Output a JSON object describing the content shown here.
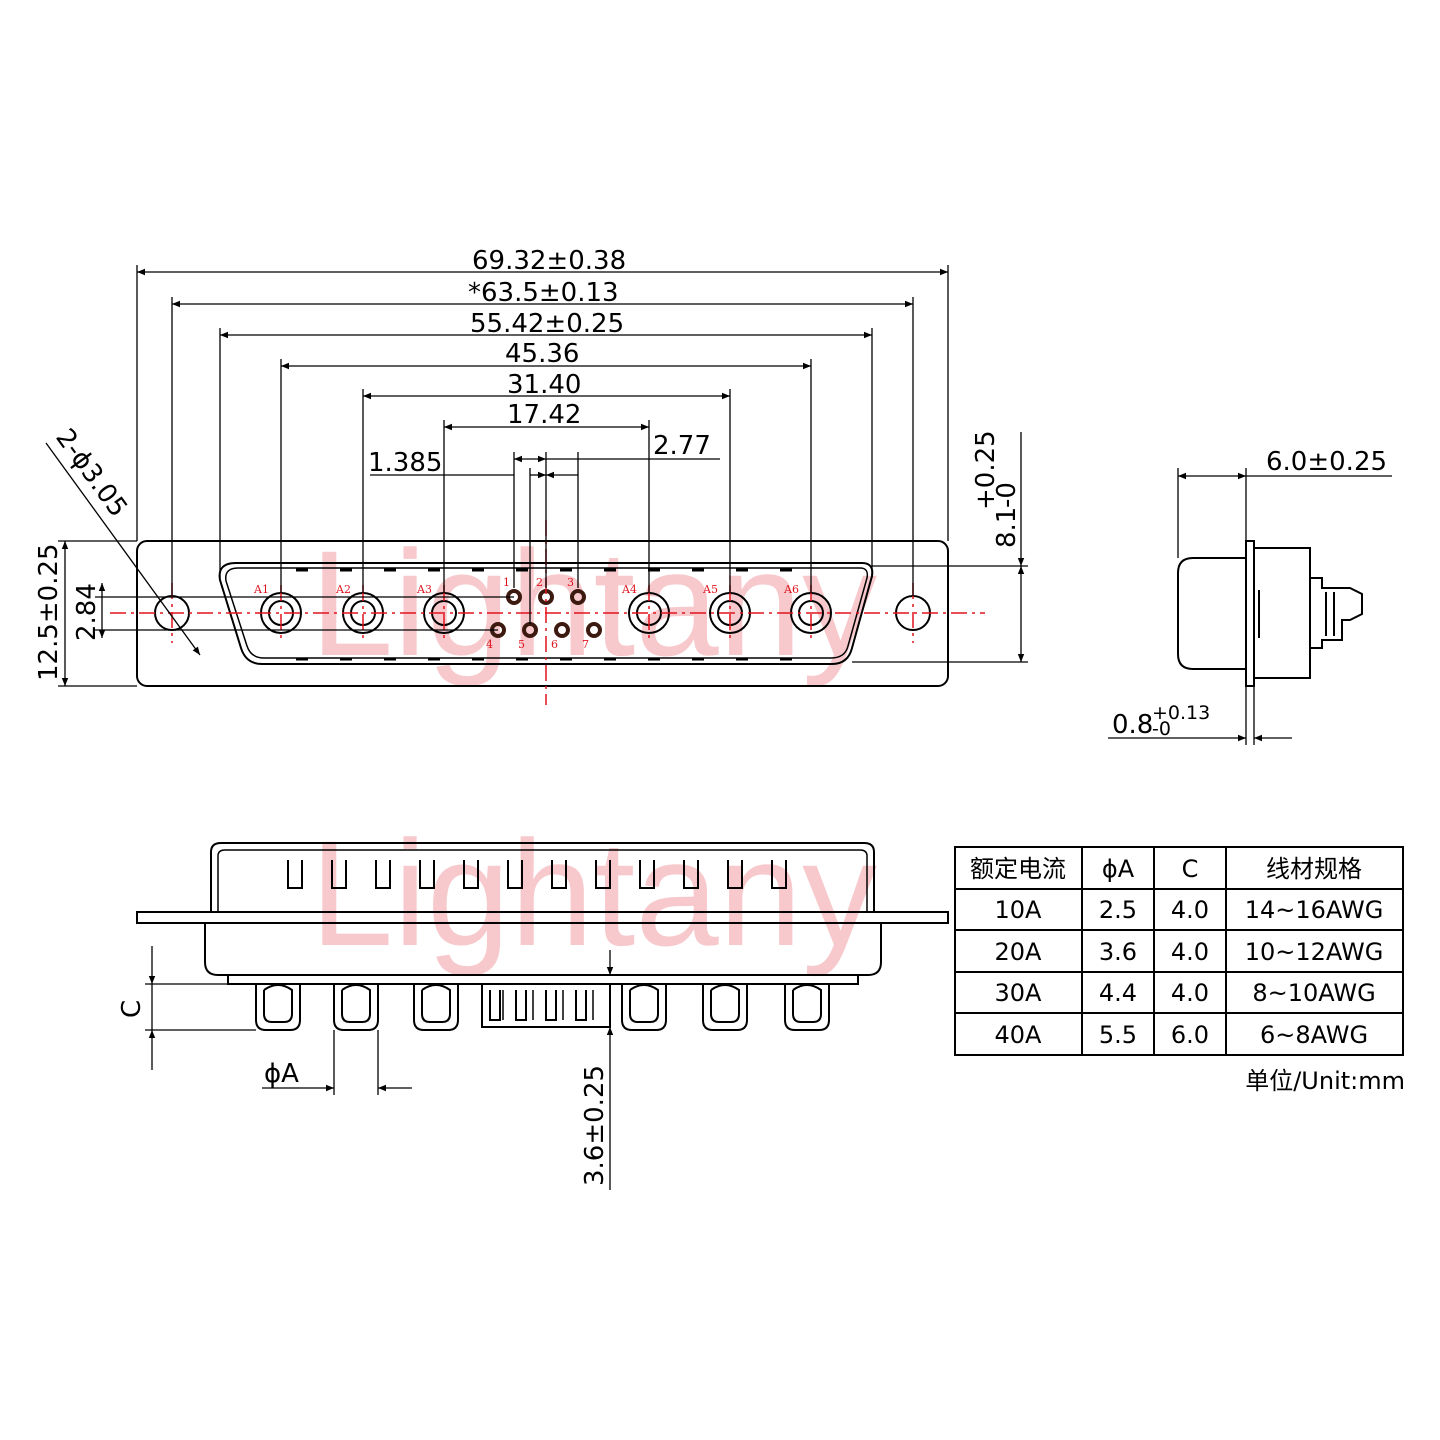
{
  "watermark": "Lightany",
  "dimensions": {
    "overall_width": "69.32±0.38",
    "mount_hole_spacing": "*63.5±0.13",
    "shell_width": "55.42±0.25",
    "outer_coax_spacing": "45.36",
    "middle_coax_spacing": "31.40",
    "inner_coax_spacing": "17.42",
    "signal_pin_pitch": "2.77",
    "signal_pin_offset": "1.385",
    "mount_holes": "2-ϕ3.05",
    "flange_height": "12.5±0.25",
    "row_offset": "2.84",
    "shell_height_main": "8.1",
    "shell_height_tol_upper": "+0.25",
    "shell_height_tol_lower": "-0",
    "side_depth": "6.0±0.25",
    "flange_thickness_main": "0.8",
    "flange_thickness_tol_upper": "+0.13",
    "flange_thickness_tol_lower": "-0",
    "tail_length": "3.6±0.25",
    "cup_dim_c": "C",
    "cup_dim_a": "ϕA"
  },
  "pin_labels": {
    "coax": [
      "A1",
      "A2",
      "A3",
      "A4",
      "A5",
      "A6"
    ],
    "signal": [
      "1",
      "2",
      "3",
      "4",
      "5",
      "6",
      "7"
    ]
  },
  "spec_table": {
    "headers": [
      "额定电流",
      "ϕA",
      "C",
      "线材规格"
    ],
    "rows": [
      [
        "10A",
        "2.5",
        "4.0",
        "14~16AWG"
      ],
      [
        "20A",
        "3.6",
        "4.0",
        "10~12AWG"
      ],
      [
        "30A",
        "4.4",
        "4.0",
        "8~10AWG"
      ],
      [
        "40A",
        "5.5",
        "6.0",
        "6~8AWG"
      ]
    ]
  },
  "unit_note": "单位/Unit:mm",
  "colors": {
    "line": "#000000",
    "centerline": "#e0141e",
    "watermark": "#f7c9cc"
  }
}
